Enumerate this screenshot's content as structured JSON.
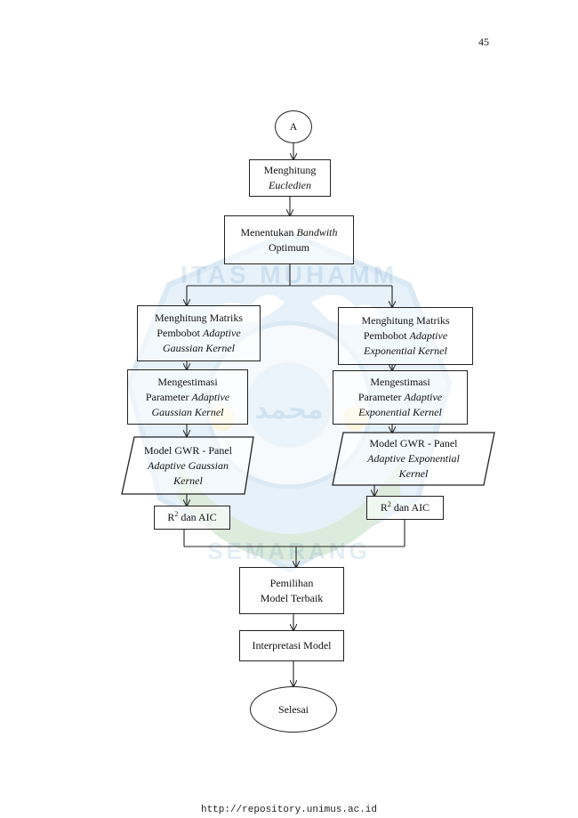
{
  "page_number": "45",
  "footer_url": "http://repository.unimus.ac.id",
  "watermark": {
    "top_text": "ITAS MUHAMM",
    "bottom_text": "SEMARANG",
    "emblem_script": "محمد"
  },
  "flowchart": {
    "connector_a": "A",
    "euclidean": {
      "line1": "Menghitung",
      "line2_italic": "Eucledien"
    },
    "bandwidth": {
      "line1_prefix": "Menentukan ",
      "line1_italic": "Bandwith",
      "line2": "Optimum"
    },
    "left": {
      "matrix": {
        "line1": "Menghitung Matriks",
        "line2_prefix": "Pembobot ",
        "line2_italic": "Adaptive",
        "line3_italic": "Gaussian Kernel"
      },
      "estimate": {
        "line1": "Mengestimasi",
        "line2_prefix": "Parameter ",
        "line2_italic": "Adaptive",
        "line3_italic": "Gaussian Kernel"
      },
      "model": {
        "line1": "Model GWR - Panel",
        "line2_italic": "Adaptive Gaussian",
        "line3_italic": "Kernel"
      },
      "metric": {
        "r": "R",
        "sup": "2",
        "rest": " dan AIC"
      }
    },
    "right": {
      "matrix": {
        "line1": "Menghitung Matriks",
        "line2_prefix": "Pembobot ",
        "line2_italic": "Adaptive",
        "line3_italic": "Exponential Kernel"
      },
      "estimate": {
        "line1": "Mengestimasi",
        "line2_prefix": "Parameter ",
        "line2_italic": "Adaptive",
        "line3_italic": "Exponential Kernel"
      },
      "model": {
        "line1": "Model GWR - Panel",
        "line2_italic": "Adaptive Exponential",
        "line3_italic": "Kernel"
      },
      "metric": {
        "r": "R",
        "sup": "2",
        "rest": " dan AIC"
      }
    },
    "best_model": {
      "line1": "Pemilihan",
      "line2": "Model Terbaik"
    },
    "interpret": "Interpretasi Model",
    "end": "Selesai"
  }
}
